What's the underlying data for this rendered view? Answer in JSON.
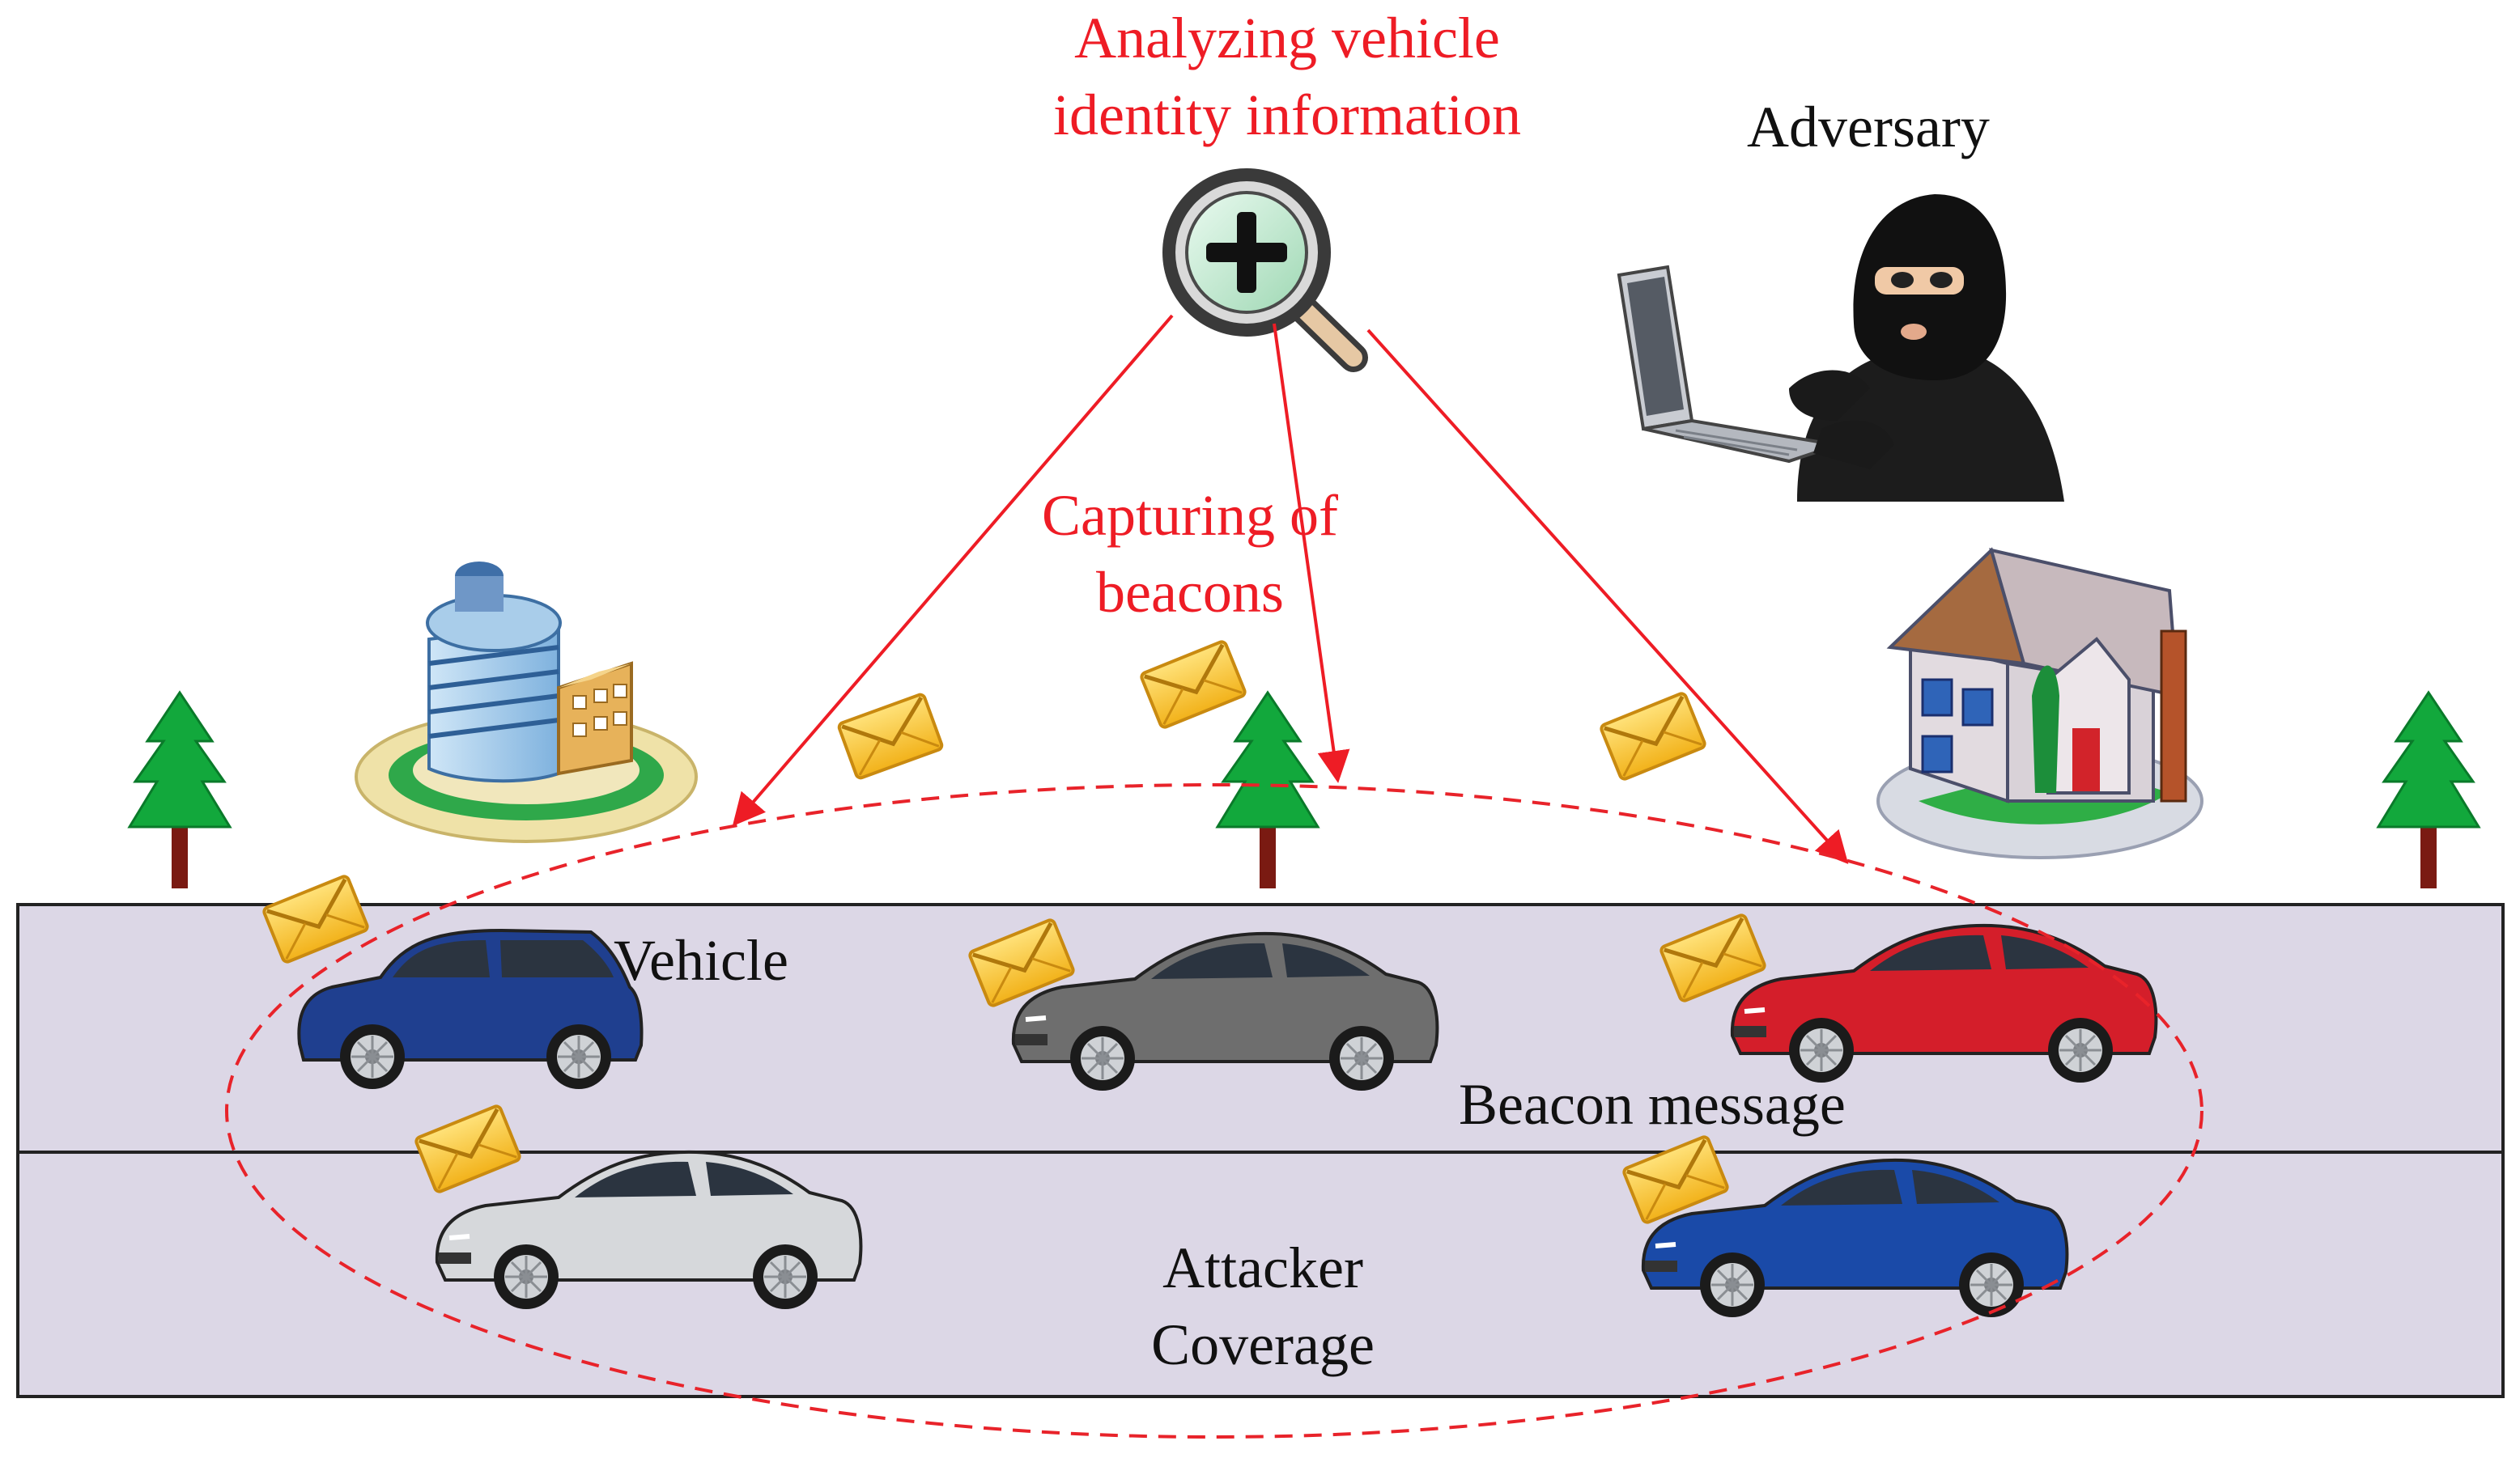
{
  "labels": {
    "analysis_line1": "Analyzing vehicle",
    "analysis_line2": "identity information",
    "adversary": "Adversary",
    "capturing_line1": "Capturing of",
    "capturing_line2": "beacons",
    "vehicle": "Vehicle",
    "beacon_message": "Beacon message",
    "coverage_line1": "Attacker",
    "coverage_line2": "Coverage"
  },
  "icons": {
    "analyzer": "magnifier-plus-icon",
    "adversary": "hacker-with-laptop-icon",
    "office": "office-building-icon",
    "house": "house-icon",
    "tree": "pine-tree-icon",
    "beacon": "envelope-icon",
    "vehicle": "car-icon"
  },
  "vehicles": [
    {
      "name": "blue-suv",
      "lane": "upper",
      "color": "#1f3f8f"
    },
    {
      "name": "gray-sedan",
      "lane": "upper",
      "color": "#6e6e6e"
    },
    {
      "name": "red-sedan",
      "lane": "upper",
      "color": "#d41e2a"
    },
    {
      "name": "silver-sedan",
      "lane": "lower",
      "color": "#d6d8db"
    },
    {
      "name": "blue-hatch",
      "lane": "lower",
      "color": "#1a4aa8"
    }
  ],
  "colors": {
    "arrows": "#ee1c25",
    "coverage_ellipse": "#e8232a",
    "road": "#dcd7e6",
    "road_border": "#222222",
    "tree": "#0fa63a",
    "envelope": "#f7c51e"
  }
}
